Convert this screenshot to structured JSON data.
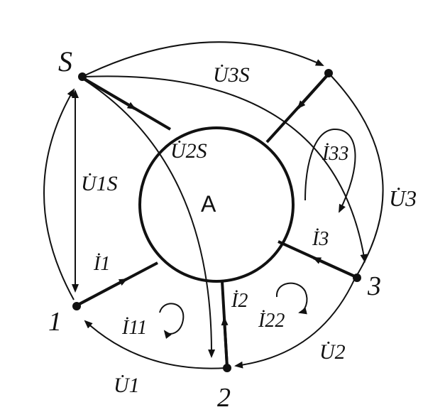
{
  "nodes": {
    "S": "S",
    "n1": "1",
    "n2": "2",
    "n3": "3",
    "A": "A"
  },
  "voltages": {
    "U3S": "U̇3S",
    "U2S": "U̇2S",
    "U1S": "U̇1S",
    "U3": "U̇3",
    "U2": "U̇2",
    "U1": "U̇1"
  },
  "currents": {
    "I1": "İ1",
    "I2": "İ2",
    "I3": "İ3",
    "I11": "İ11",
    "I22": "İ22",
    "I33": "İ33"
  },
  "colors": {
    "ink": "#111111",
    "background": "#ffffff"
  }
}
